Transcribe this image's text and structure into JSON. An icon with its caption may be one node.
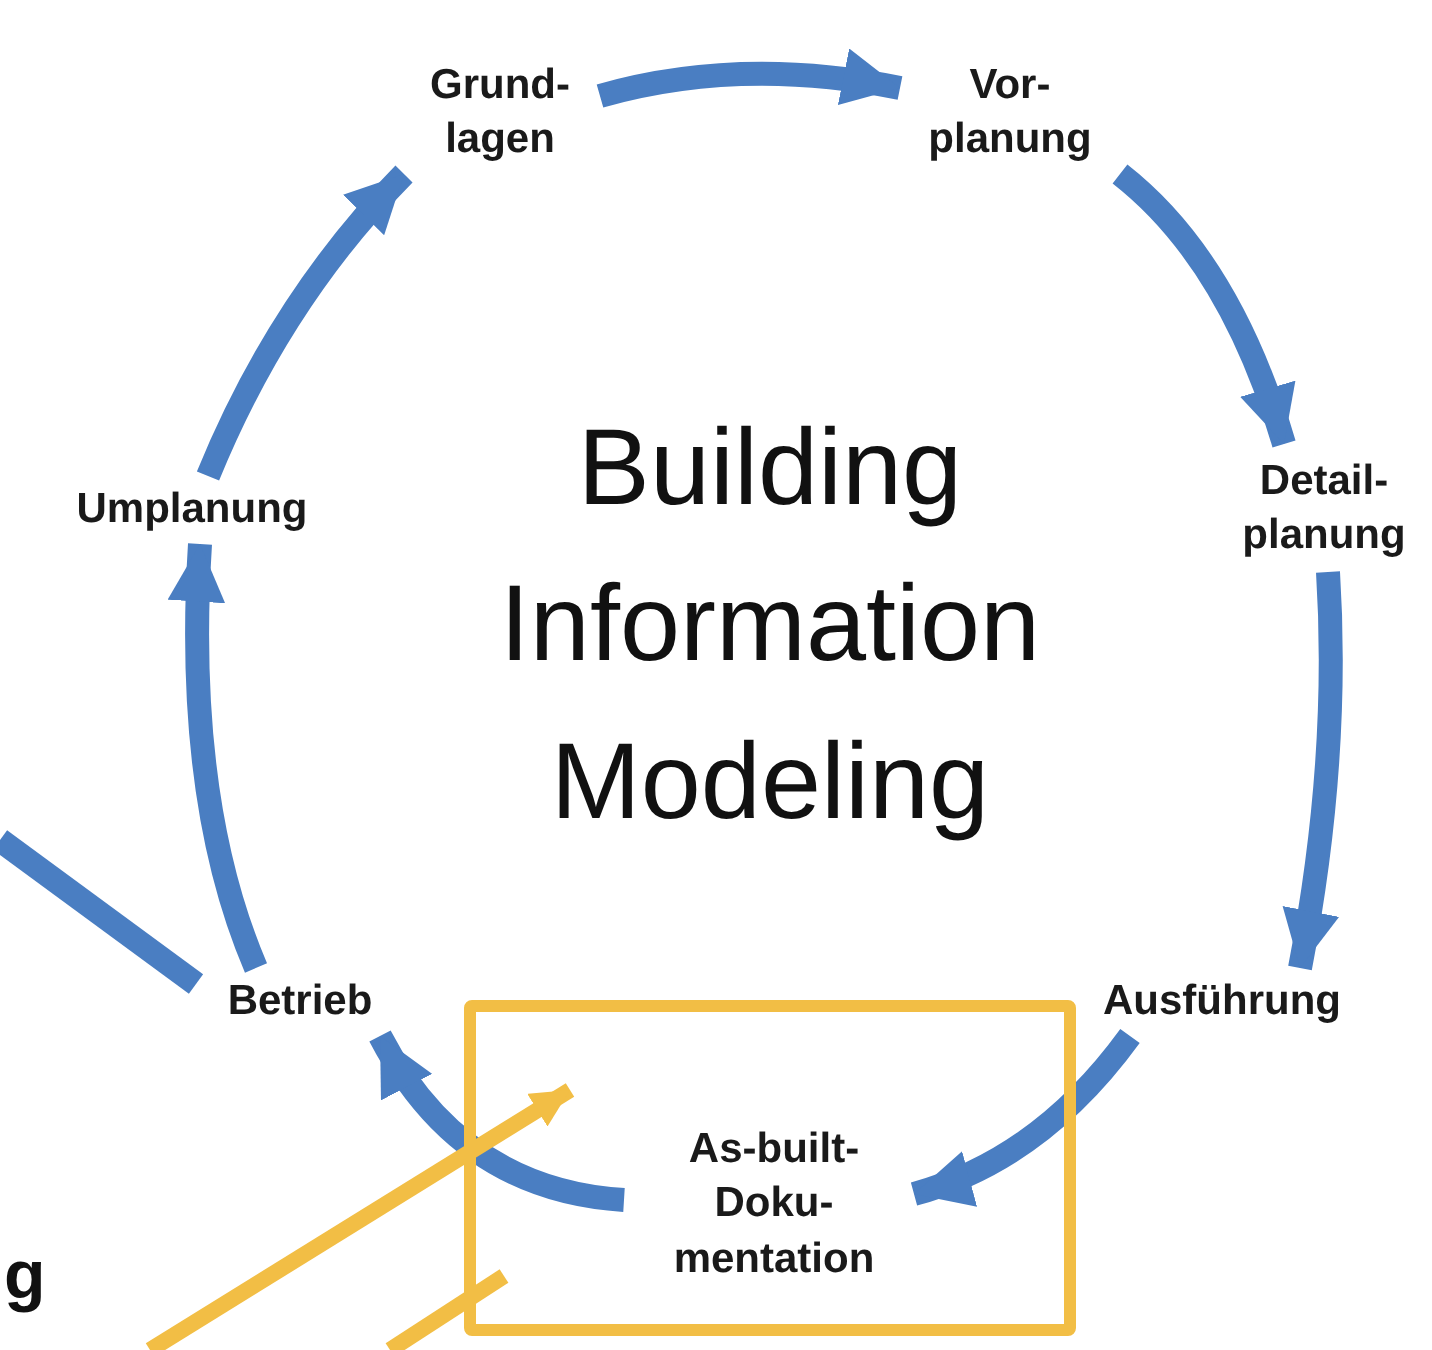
{
  "diagram": {
    "nodes": [
      {
        "text": [
          "Grund- lagen"
        ]
      },
      {
        "text": [
          "Vor- planung"
        ]
      },
      {
        "text": [
          "Detail- planung"
        ]
      },
      {
        "text": [
          "Ausführung"
        ]
      },
      {
        "text": [],
        "shape": "box"
      },
      {
        "text": [
          "As-built- Doku- mentation"
        ],
        "in": 4
      },
      {
        "text": [
          "Betrieb"
        ]
      },
      {
        "text": [
          "Umplanung"
        ]
      }
    ],
    "edges": [
      {
        "from": 0,
        "to": 1,
        "arrow": "to"
      },
      {
        "from": 1,
        "to": 2,
        "arrow": "to"
      },
      {
        "from": 2,
        "to": 3,
        "arrow": "to"
      },
      {
        "from": 3,
        "to": 5,
        "arrow": "to"
      },
      {
        "from": 5,
        "to": 6,
        "arrow": "to"
      },
      {
        "from": 6,
        "to": 7,
        "arrow": "to"
      },
      {
        "from": 7,
        "to": 0,
        "arrow": "to"
      },
      {
        "from": null,
        "to": 6,
        "arrow": "none"
      },
      {
        "from": null,
        "to": 4,
        "arrow": "to",
        "color": "#f2be45"
      },
      {
        "from": null,
        "to": 4,
        "arrow": "none",
        "color": "#f2be45"
      }
    ],
    "labels": [
      "Building Information Modeling",
      "g"
    ]
  }
}
